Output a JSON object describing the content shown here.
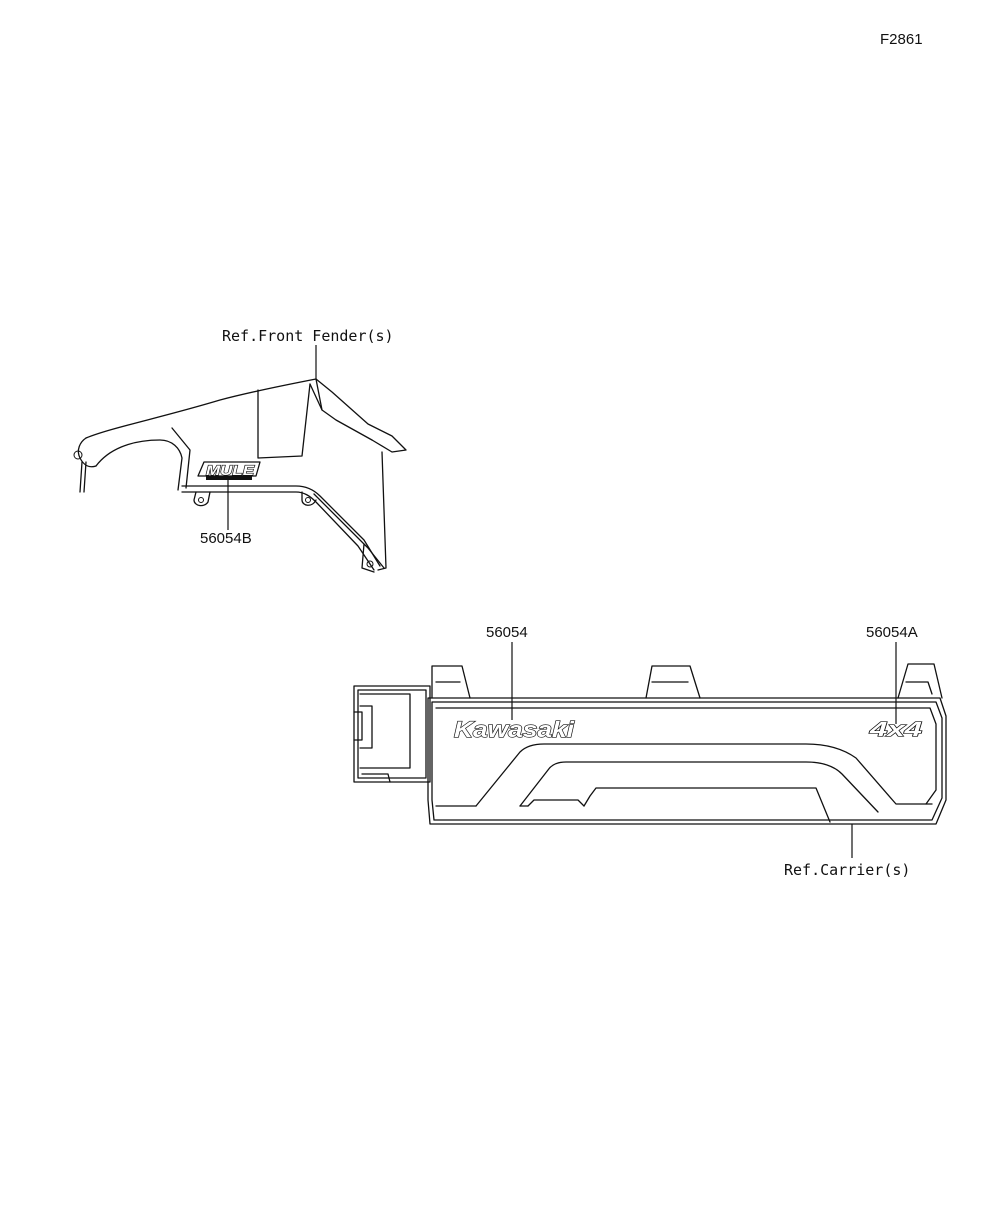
{
  "figure_code": "F2861",
  "references": {
    "front_fender": "Ref.Front Fender(s)",
    "carrier": "Ref.Carrier(s)"
  },
  "parts": {
    "mule_decal": "56054B",
    "kawasaki_decal": "56054",
    "fourxfour_decal": "56054A"
  },
  "emblems": {
    "mule": "MULE",
    "kawasaki": "Kawasaki",
    "fourxfour": "4x4"
  }
}
